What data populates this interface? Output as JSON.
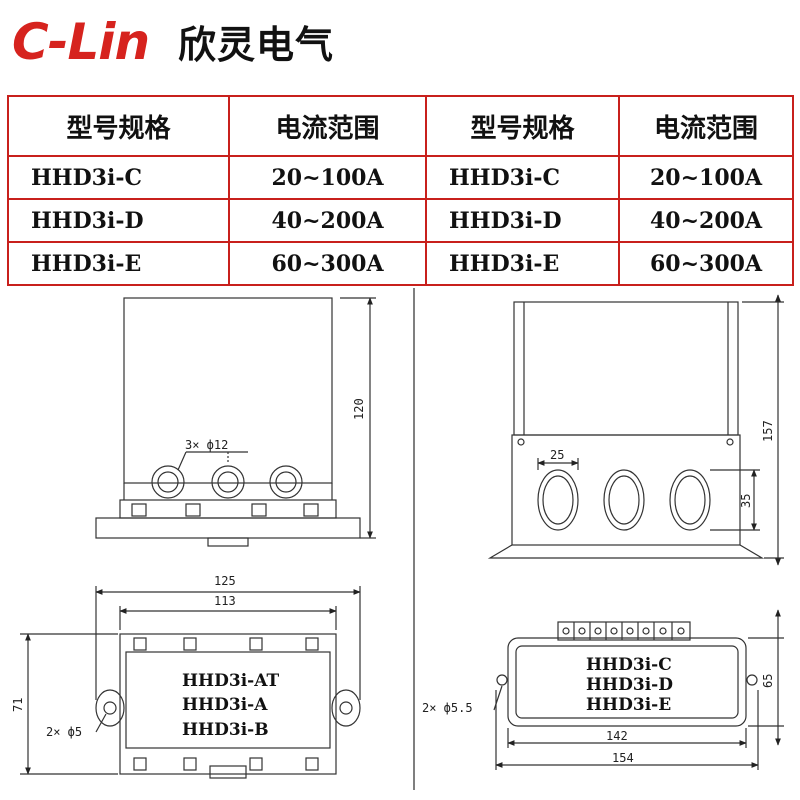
{
  "brand": {
    "name": "C-Lin",
    "cn": "欣灵电气",
    "red": "#d6231e",
    "blue": "#1d4e9e"
  },
  "table": {
    "border_color": "#c8201c",
    "headers": [
      "型号规格",
      "电流范围",
      "型号规格",
      "电流范围"
    ],
    "rows": [
      [
        "HHD3i-C",
        "20~100A",
        "HHD3i-C",
        "20~100A"
      ],
      [
        "HHD3i-D",
        "40~200A",
        "HHD3i-D",
        "40~200A"
      ],
      [
        "HHD3i-E",
        "60~300A",
        "HHD3i-E",
        "60~300A"
      ]
    ]
  },
  "drawings": {
    "left_front": {
      "height": "120",
      "holes": "3× ф12"
    },
    "right_front": {
      "height": "157",
      "hole_width": "25",
      "hole_height": "35"
    },
    "left_bottom": {
      "outer_width": "125",
      "inner_width": "113",
      "height": "71",
      "mount_holes": "2× ф5",
      "models": [
        "HHD3i-AT",
        "HHD3i-A",
        "HHD3i-B"
      ]
    },
    "right_bottom": {
      "height": "65",
      "inner_width": "142",
      "outer_width": "154",
      "mount_holes": "2× ф5.5",
      "models": [
        "HHD3i-C",
        "HHD3i-D",
        "HHD3i-E"
      ]
    }
  }
}
